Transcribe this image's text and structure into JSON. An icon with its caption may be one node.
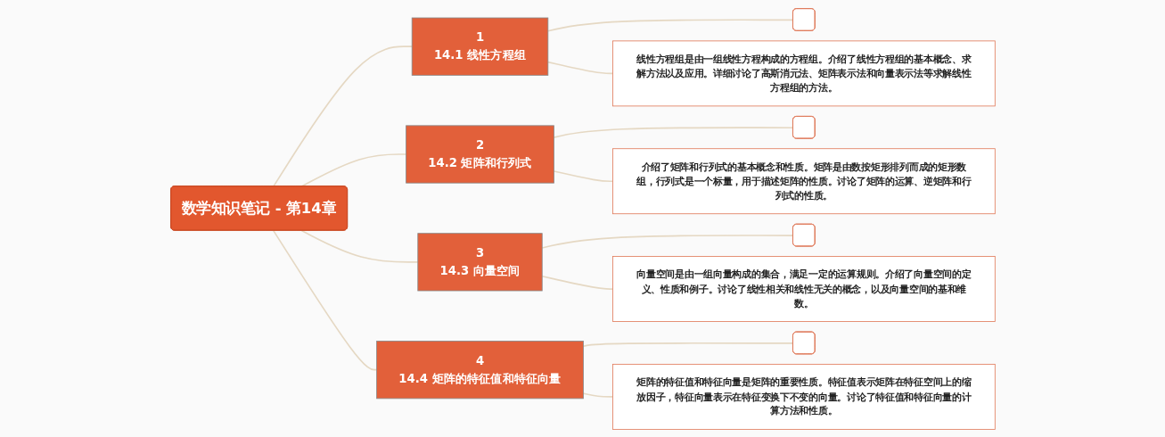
{
  "diagram": {
    "nodes": [
      {
        "text": [
          "数学知识笔记 - 第14章"
        ]
      },
      {
        "text": [
          "1",
          "14.1 线性方程组"
        ]
      },
      {
        "text": [],
        "shape": "box"
      },
      {
        "text": [
          "线性方程组是由一组线性方程构成的方程组。介绍了线性方程组的基本概念、求解方法以及应用。详细讨论了高斯消元法、矩阵表示法和向量表示法等求解线性方程组的方法。"
        ]
      },
      {
        "text": [
          "2",
          "14.2 矩阵和行列式"
        ]
      },
      {
        "text": [],
        "shape": "box"
      },
      {
        "text": [
          "介绍了矩阵和行列式的基本概念和性质。矩阵是由数按矩形排列而成的矩形数组，行列式是一个标量，用于描述矩阵的性质。讨论了矩阵的运算、逆矩阵和行列式的性质。"
        ]
      },
      {
        "text": [
          "3",
          "14.3 向量空间"
        ]
      },
      {
        "text": [],
        "shape": "box"
      },
      {
        "text": [
          "向量空间是由一组向量构成的集合，满足一定的运算规则。介绍了向量空间的定义、性质和例子。讨论了线性相关和线性无关的概念，以及向量空间的基和维数。"
        ]
      },
      {
        "text": [
          "4",
          "14.4 矩阵的特征值和特征向量"
        ]
      },
      {
        "text": [],
        "shape": "box"
      },
      {
        "text": [
          "矩阵的特征值和特征向量是矩阵的重要性质。特征值表示矩阵在特征空间上的缩放因子，特征向量表示在特征变换下不变的向量。讨论了特征值和特征向量的计算方法和性质。"
        ]
      }
    ],
    "edges": [
      {
        "from": 0,
        "to": 1,
        "arrow": "none"
      },
      {
        "from": 1,
        "to": 2,
        "arrow": "none"
      },
      {
        "from": 1,
        "to": 3,
        "arrow": "none"
      },
      {
        "from": 0,
        "to": 4,
        "arrow": "none"
      },
      {
        "from": 4,
        "to": 5,
        "arrow": "none"
      },
      {
        "from": 4,
        "to": 6,
        "arrow": "none"
      },
      {
        "from": 0,
        "to": 7,
        "arrow": "none"
      },
      {
        "from": 7,
        "to": 8,
        "arrow": "none"
      },
      {
        "from": 7,
        "to": 9,
        "arrow": "none"
      },
      {
        "from": 0,
        "to": 10,
        "arrow": "none"
      },
      {
        "from": 10,
        "to": 11,
        "arrow": "none"
      },
      {
        "from": 10,
        "to": 12,
        "arrow": "none"
      }
    ]
  }
}
